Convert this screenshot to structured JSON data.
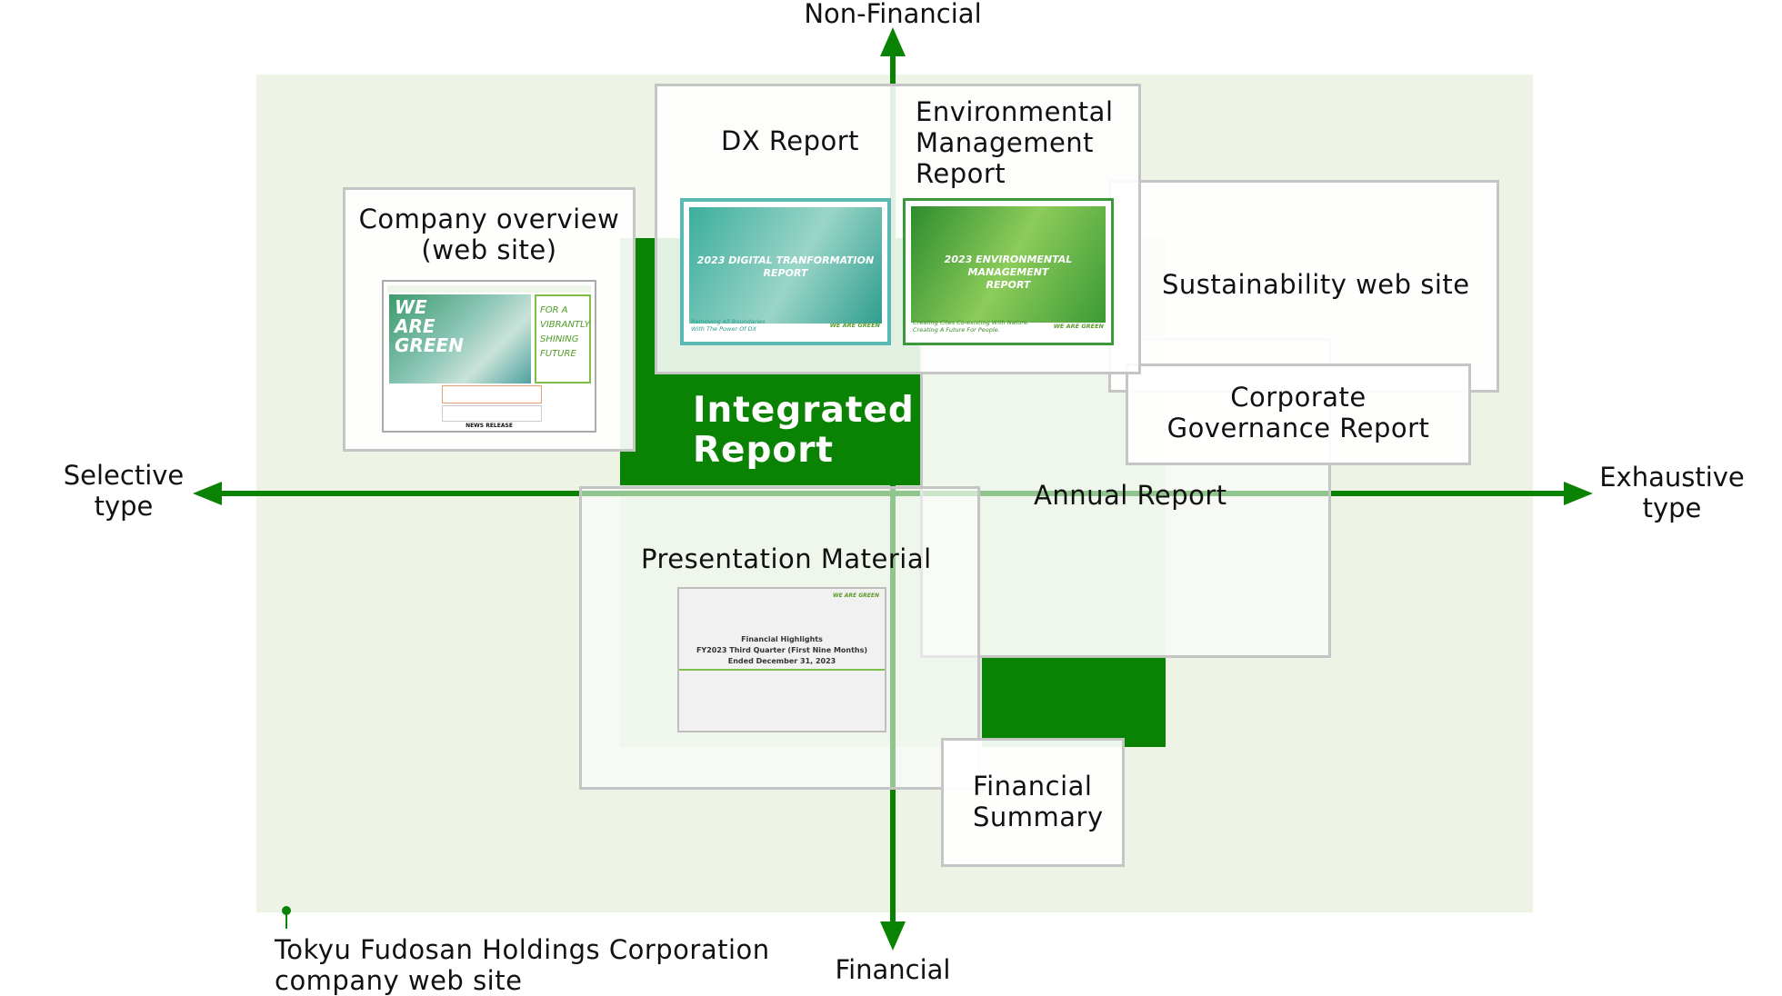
{
  "axes": {
    "top": "Non-Financial",
    "bottom": "Financial",
    "left": [
      "Selective",
      "type"
    ],
    "right": [
      "Exhaustive",
      "type"
    ]
  },
  "colors": {
    "primary_green": "#0a8203",
    "background_green": "#edf4e6",
    "light_green": "#dbead3",
    "card_border": "#c5c5c5"
  },
  "center_label": [
    "Integrated",
    "Report"
  ],
  "boxes": {
    "company_overview": [
      "Company overview",
      "(web site)"
    ],
    "dx_report": "DX Report",
    "environmental": [
      "Environmental",
      "Management",
      "Report"
    ],
    "sustainability": "Sustainability web site",
    "corporate_governance": [
      "Corporate",
      "Governance Report"
    ],
    "annual_report": "Annual Report",
    "presentation": "Presentation Material",
    "financial_summary": [
      "Financial",
      "Summary"
    ]
  },
  "footnote": [
    "Tokyu Fudosan Holdings Corporation",
    "company web site"
  ],
  "thumbnails": {
    "dx": {
      "title": [
        "2023 DIGITAL TRANFORMATION",
        "REPORT"
      ],
      "subtitle": [
        "Removing All Boundaries",
        "With The Power Of DX"
      ],
      "brand": "WE ARE GREEN"
    },
    "env": {
      "title": [
        "2023 ENVIRONMENTAL MANAGEMENT",
        "REPORT"
      ],
      "subtitle": [
        "Creating Cites Co-existing With Nature.",
        "Creating A Future For People."
      ],
      "brand": "WE ARE GREEN"
    },
    "web": {
      "hero": [
        "WE",
        "ARE",
        "GREEN"
      ],
      "tagline": [
        "FOR A",
        "VIBRANTLY",
        "SHINING",
        "FUTURE"
      ],
      "footer": "NEWS RELEASE"
    },
    "presentation": {
      "brand": "WE ARE GREEN",
      "lines": [
        "Financial Highlights",
        "FY2023 Third Quarter (First Nine Months)",
        "Ended December 31, 2023"
      ]
    }
  }
}
